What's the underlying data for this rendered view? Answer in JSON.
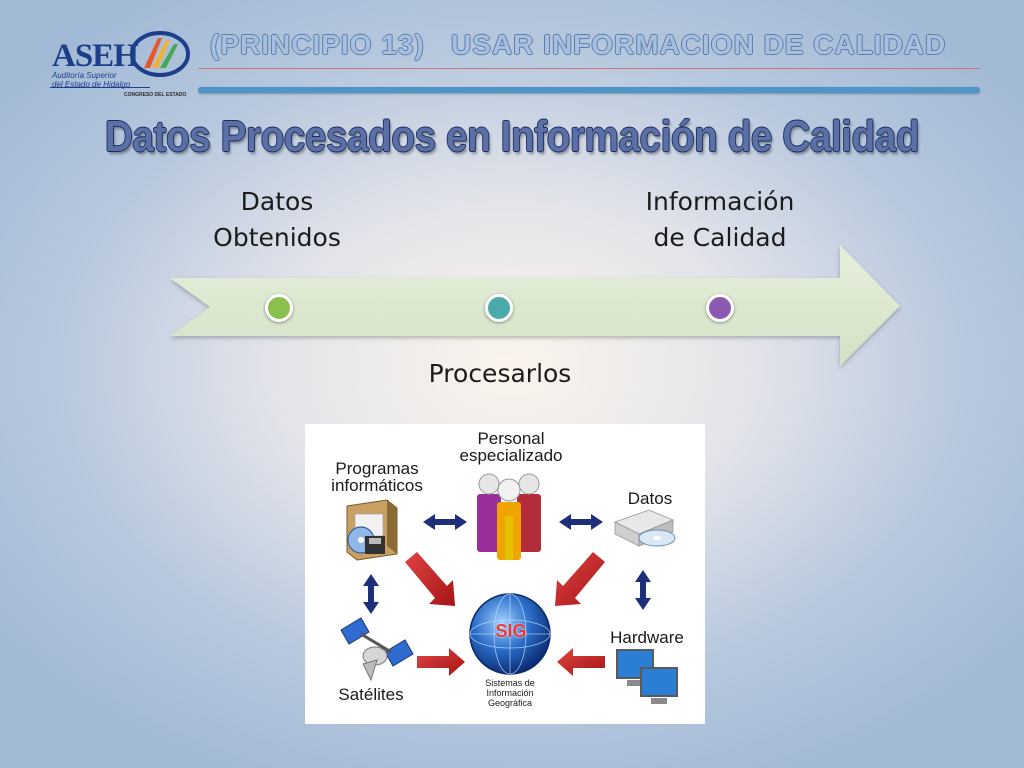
{
  "header": {
    "title": "(PRINCIPIO 13)   USAR INFORMACION DE CALIDAD"
  },
  "logo": {
    "name": "ASEH",
    "subtitle_line1": "Auditoría Superior",
    "subtitle_line2": "del Estado de Hidalgo",
    "caption": "CONGRESO DEL ESTADO"
  },
  "main_title": "Datos Procesados en Información de Calidad",
  "process": {
    "steps": [
      {
        "label": "Datos Obtenidos",
        "color": "#8cc04c"
      },
      {
        "label": "Procesarlos",
        "color": "#4aaaa9"
      },
      {
        "label": "Información de Calidad",
        "color": "#8b5ab0"
      }
    ],
    "arrow_color": "#dbe7cf"
  },
  "sig_diagram": {
    "center": "SIG",
    "center_caption_1": "Sistemas de",
    "center_caption_2": "Información",
    "center_caption_3": "Geográfica",
    "node_programas_1": "Programas",
    "node_programas_2": "informáticos",
    "node_personal_1": "Personal",
    "node_personal_2": "especializado",
    "node_datos": "Datos",
    "node_satelites": "Satélites",
    "node_hardware": "Hardware"
  }
}
